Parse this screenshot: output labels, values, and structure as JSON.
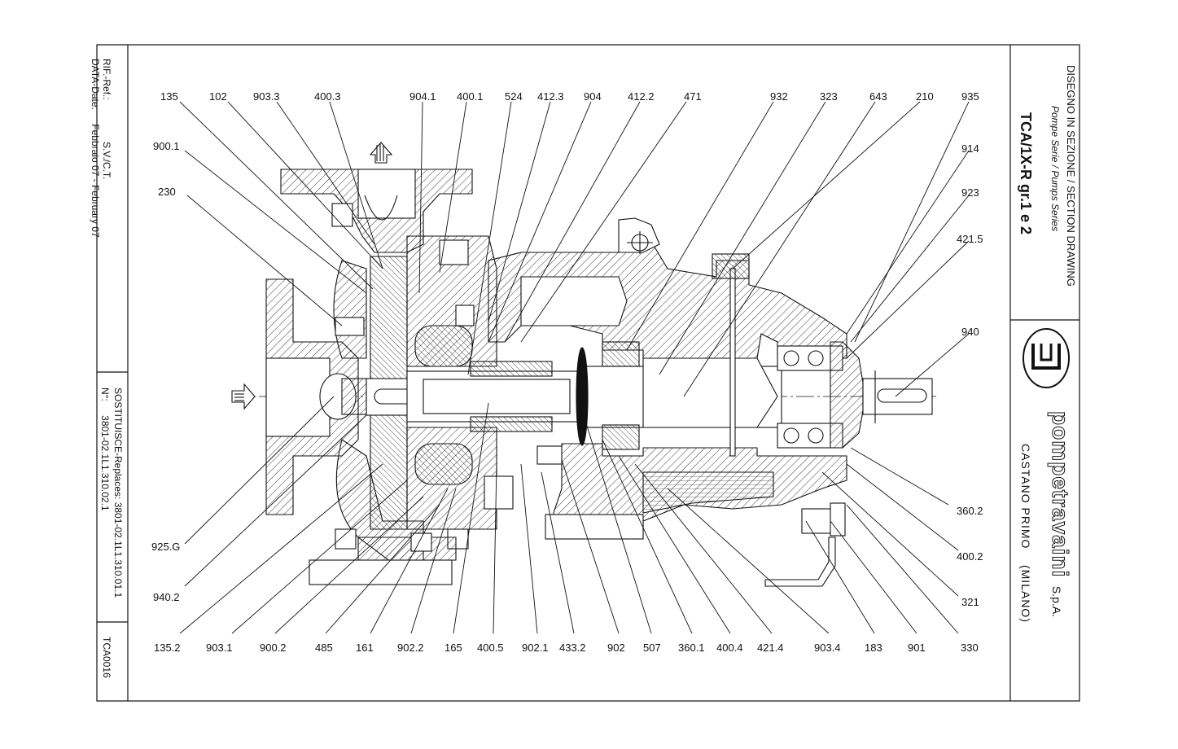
{
  "title_block": {
    "section_title": "DISEGNO IN SEZIONE / SECTION DRAWING",
    "series_line": "Pompe Serie / Pumps Series",
    "model": "TCA/1X-R gr.1 e 2",
    "company": "pompetravaini",
    "company_suffix": "S.p.A.",
    "location": "CASTANO PRIMO    (MILANO)"
  },
  "left_block": {
    "ref_label": "RIF.-Ref.:",
    "ref_value": "S.V./C.T.",
    "date_label": "DATA-Date:",
    "date_value": "Febbraio 07 - February 07",
    "replaces_text": "SOSTITUISCE-Replaces: 3801-02.1L1.310.01.1",
    "number_label": "N°:",
    "number_value": "3801-02.1L1.310.02.1",
    "drawing_code": "TCA0016"
  },
  "labels_top": [
    "135",
    "102",
    "903.3",
    "400.3",
    "904.1",
    "400.1",
    "524",
    "412.3",
    "904",
    "412.2",
    "471",
    "932",
    "323",
    "643",
    "210",
    "935"
  ],
  "labels_left": [
    "900.1",
    "230",
    "925.G",
    "940.2"
  ],
  "labels_right": [
    "914",
    "923",
    "421.5",
    "940",
    "360.2",
    "400.2",
    "321"
  ],
  "labels_bottom": [
    "135.2",
    "903.1",
    "900.2",
    "485",
    "161",
    "902.2",
    "165",
    "400.5",
    "902.1",
    "433.2",
    "902",
    "507",
    "360.1",
    "400.4",
    "421.4",
    "903.4",
    "183",
    "901",
    "330"
  ]
}
